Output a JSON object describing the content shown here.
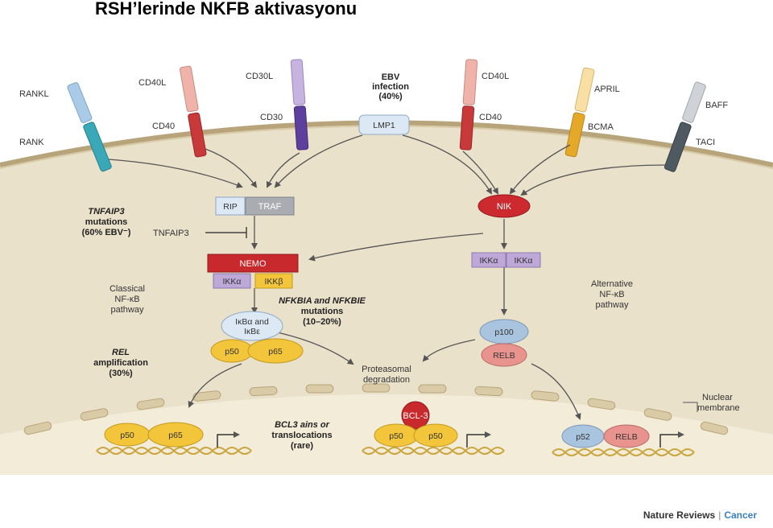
{
  "slide": {
    "title": "RSH’lerinde NKFB aktivasyonu"
  },
  "receptors": {
    "rankl": "RANKL",
    "rank": "RANK",
    "cd40l_left": "CD40L",
    "cd40_left": "CD40",
    "cd30l": "CD30L",
    "cd30": "CD30",
    "cd40l_right": "CD40L",
    "cd40_right": "CD40",
    "april": "APRIL",
    "bcma": "BCMA",
    "baff": "BAFF",
    "taci": "TACI"
  },
  "ebv": {
    "line1": "EBV",
    "line2": "infection",
    "line3": "(40%)",
    "lmp1": "LMP1"
  },
  "classical": {
    "rip": "RIP",
    "traf": "TRAF",
    "tnfaip3": "TNFAIP3",
    "nemo": "NEMO",
    "ikka": "IKKα",
    "ikkb": "IKKβ",
    "ikb_line1": "IκBα and",
    "ikb_line2": "IκBε",
    "p50": "p50",
    "p65": "p65",
    "pathway_line1": "Classical",
    "pathway_line2": "NF-κB",
    "pathway_line3": "pathway"
  },
  "alternative": {
    "nik": "NIK",
    "ikka1": "IKKα",
    "ikka2": "IKKα",
    "p100": "p100",
    "relb": "RELB",
    "pathway_line1": "Alternative",
    "pathway_line2": "NF-κB",
    "pathway_line3": "pathway"
  },
  "annotations": {
    "tnfaip3_line1": "TNFAIP3",
    "tnfaip3_line2": "mutations",
    "tnfaip3_line3": "(60% EBV⁻)",
    "nfkbia_line1": "NFKBIA and NFKBIE",
    "nfkbia_line2": "mutations",
    "nfkbia_line3": "(10–20%)",
    "rel_line1": "REL",
    "rel_line2": "amplification",
    "rel_line3": "(30%)",
    "bcl3_line1": "BCL3 ains or",
    "bcl3_line2": "translocations",
    "bcl3_line3": "(rare)",
    "proteasomal_line1": "Proteasomal",
    "proteasomal_line2": "degradation",
    "nuclear_line1": "Nuclear",
    "nuclear_line2": "membrane"
  },
  "nucleus": {
    "p50_a": "p50",
    "p65_a": "p65",
    "bcl3": "BCL-3",
    "p50_b": "p50",
    "p50_c": "p50",
    "p52": "p52",
    "relb": "RELB"
  },
  "footer": {
    "journal": "Nature Reviews",
    "section": "Cancer"
  },
  "colors": {
    "cell_bg": "#eae1cb",
    "membrane": "#b8a47a",
    "nemo": "#c8292c",
    "nik": "#cc2a2e",
    "traf": "#a9adb1",
    "ikk_purple": "#bda8d8",
    "p50_yellow": "#f2c53a",
    "relb_pink": "#e9938f",
    "p100_blue": "#a9c4de",
    "bcl3_red": "#c8292c"
  }
}
